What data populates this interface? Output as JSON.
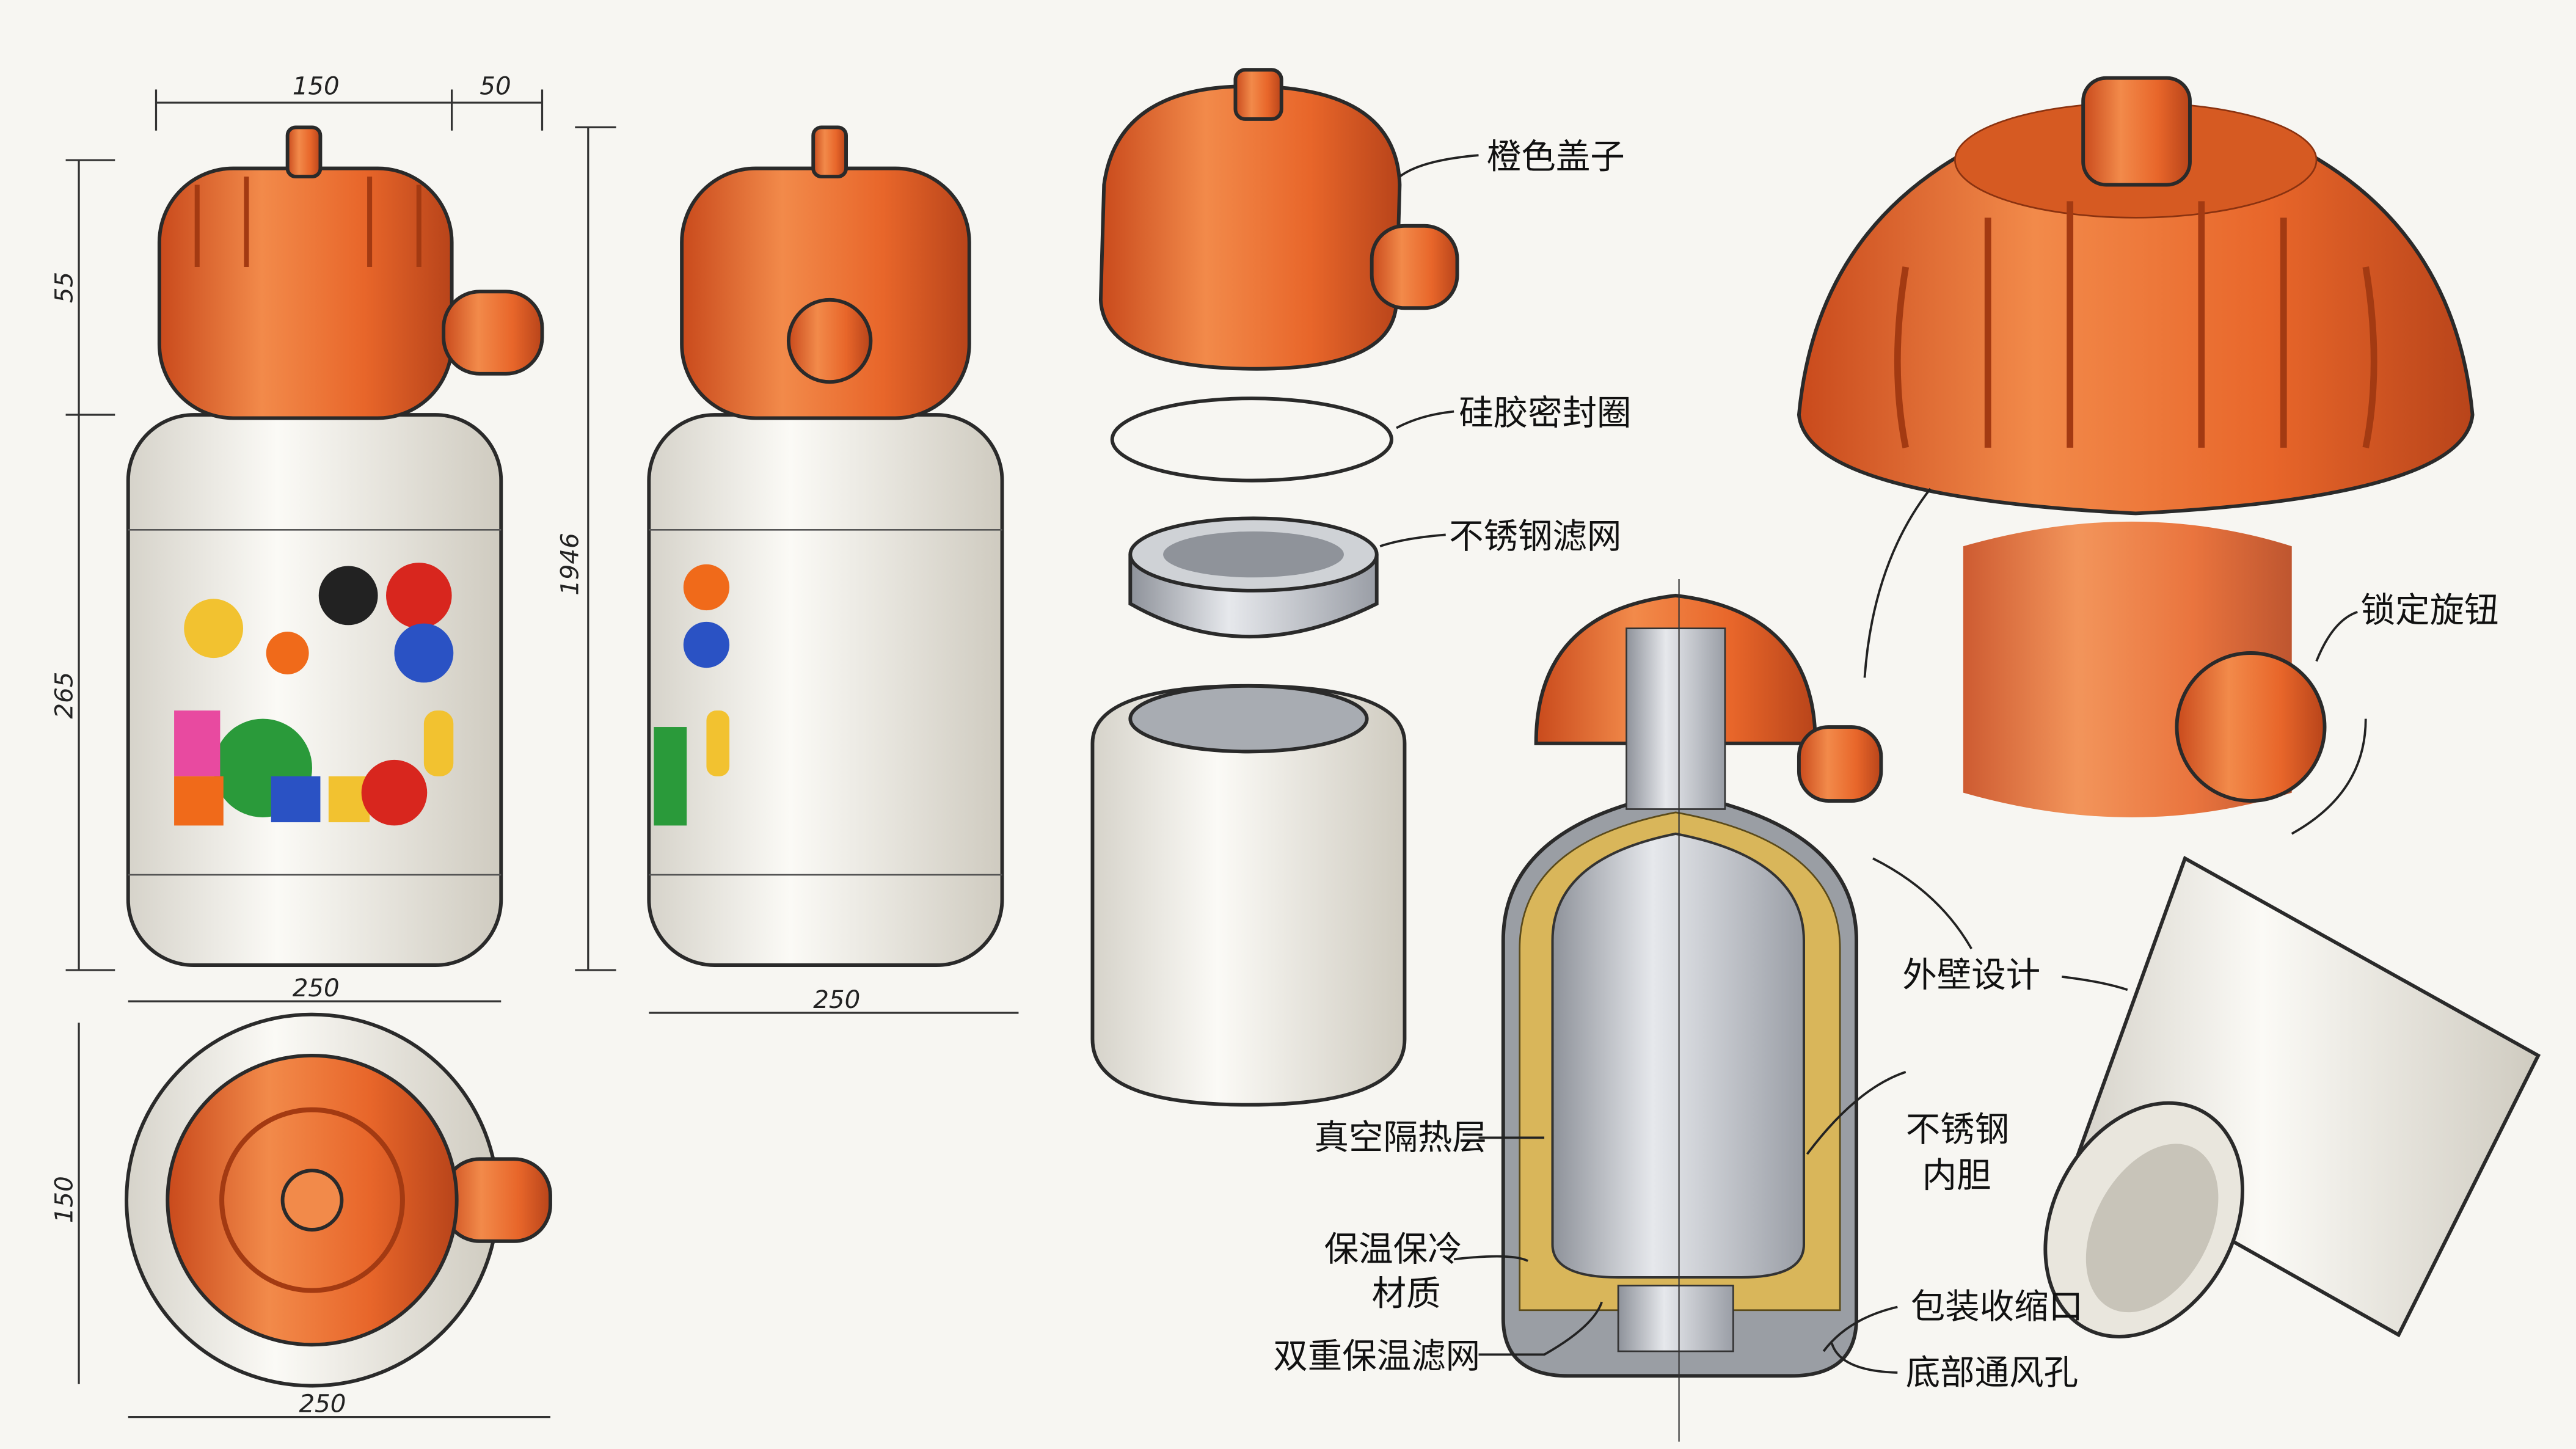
{
  "colors": {
    "cap_orange": "#e8662a",
    "cap_dark": "#b8441a",
    "body_white": "#f3f1ea",
    "steel": "#b9bcc2",
    "insulation": "#d9b65a",
    "background": "#f7f6f2"
  },
  "dimensions": {
    "cap_width": "150",
    "knob_width": "50",
    "cap_height": "55",
    "body_height": "265",
    "total_height": "1946",
    "body_width_front": "250",
    "body_width_side": "250",
    "top_depth": "150",
    "top_width": "250"
  },
  "labels": {
    "orange_cap": "橙色盖子",
    "silicone_seal": "硅胶密封圈",
    "steel_filter": "不锈钢滤网",
    "lock_knob": "锁定旋钮",
    "outer_wall": "外壁设计",
    "vacuum_layer": "真空隔热层",
    "inner_liner_1": "不锈钢",
    "inner_liner_2": "内胆",
    "insulation_material_1": "保温保冷",
    "insulation_material_2": "材质",
    "shrink_opening": "包装收缩口",
    "double_filter": "双重保温滤网",
    "bottom_vent": "底部通风孔"
  }
}
